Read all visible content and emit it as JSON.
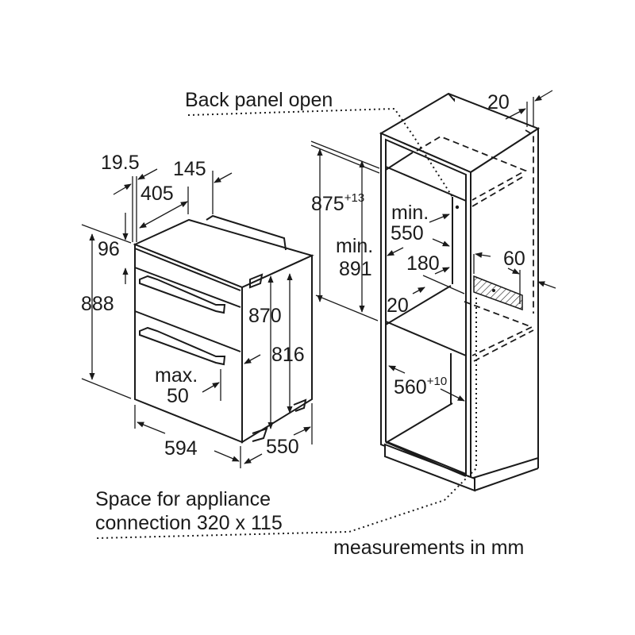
{
  "labels": {
    "back_panel": "Back panel open",
    "cab_top_depth": "20",
    "niche_height": "875",
    "niche_height_tol": "+13",
    "min_height_1": "min.",
    "min_height_2": "891",
    "min_depth_1": "min.",
    "min_depth_2": "550",
    "vent_180": "180",
    "vent_60": "60",
    "shelf_20": "20",
    "niche_width": "560",
    "niche_width_tol": "+10",
    "oven_19_5": "19.5",
    "oven_145": "145",
    "oven_405": "405",
    "oven_96": "96",
    "oven_888": "888",
    "oven_870": "870",
    "oven_816": "816",
    "oven_max_1": "max.",
    "oven_max_2": "50",
    "oven_594": "594",
    "oven_550": "550",
    "space_1": "Space for appliance",
    "space_2": "connection 320 x 115",
    "units": "measurements in mm"
  }
}
